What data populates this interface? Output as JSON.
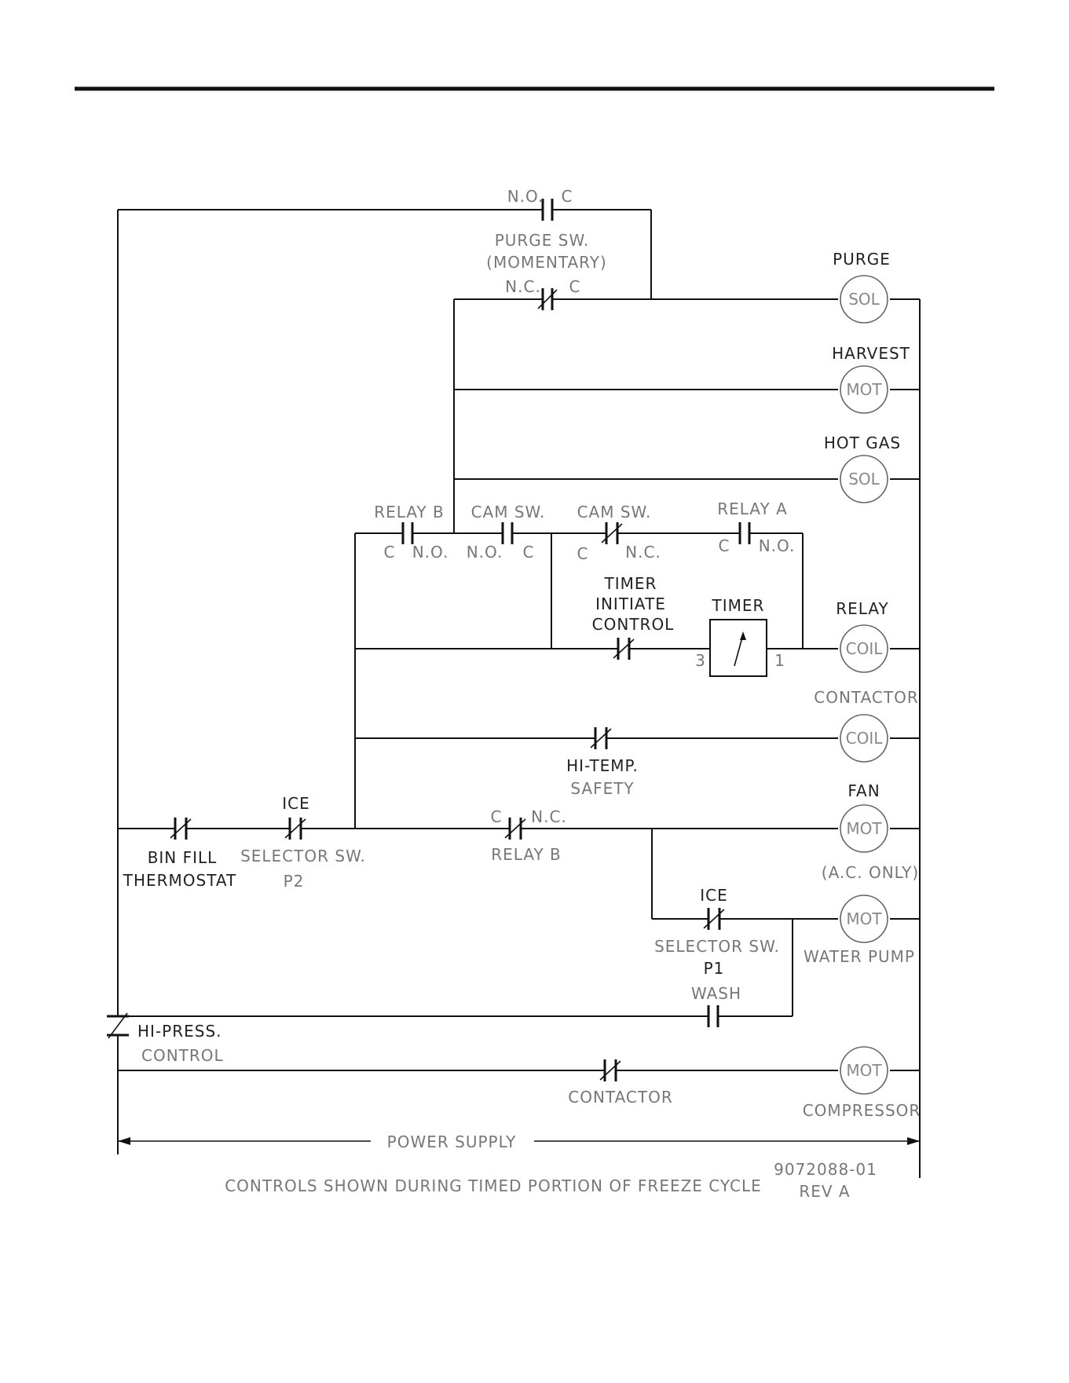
{
  "labels": {
    "purge_sw_no": "N.O.",
    "purge_sw_c_top": "C",
    "purge_sw_name": "PURGE SW.",
    "purge_sw_momentary": "(MOMENTARY)",
    "purge_sw_nc": "N.C.",
    "purge_sw_c_bottom": "C",
    "purge_load": "PURGE",
    "harvest_load": "HARVEST",
    "hot_gas_load": "HOT GAS",
    "relay_b_top": "RELAY B",
    "relay_b_c": "C",
    "relay_b_no": "N.O.",
    "cam_sw_1": "CAM SW.",
    "cam_sw_1_no": "N.O.",
    "cam_sw_1_c": "C",
    "cam_sw_2": "CAM SW.",
    "cam_sw_2_c": "C",
    "cam_sw_2_nc": "N.C.",
    "relay_a": "RELAY A",
    "relay_a_c": "C",
    "relay_a_no": "N.O.",
    "timer_initiate_1": "TIMER",
    "timer_initiate_2": "INITIATE",
    "timer_initiate_3": "CONTROL",
    "timer": "TIMER",
    "timer_pin_3": "3",
    "timer_pin_1": "1",
    "relay_load": "RELAY",
    "contactor_load": "CONTACTOR",
    "hi_temp_1": "HI-TEMP.",
    "hi_temp_2": "SAFETY",
    "ice_top": "ICE",
    "selector_p2": "SELECTOR SW.",
    "selector_p2_pos": "P2",
    "bin_fill_1": "BIN FILL",
    "bin_fill_2": "THERMOSTAT",
    "relay_b_bottom_c": "C",
    "relay_b_bottom_nc": "N.C.",
    "relay_b_bottom": "RELAY B",
    "fan_load": "FAN",
    "ac_only": "(A.C. ONLY)",
    "ice_p1": "ICE",
    "selector_p1": "SELECTOR SW.",
    "selector_p1_pos": "P1",
    "wash": "WASH",
    "water_pump": "WATER PUMP",
    "hi_press_1": "HI-PRESS.",
    "hi_press_2": "CONTROL",
    "contactor_contact": "CONTACTOR",
    "compressor": "COMPRESSOR",
    "power_supply": "POWER SUPPLY",
    "caption": "CONTROLS SHOWN DURING TIMED PORTION OF FREEZE CYCLE",
    "drawing_number": "9072088-01",
    "revision": "REV A"
  },
  "coils": {
    "purge_sol": "SOL",
    "harvest_mot": "MOT",
    "hot_gas_sol": "SOL",
    "relay_coil": "COIL",
    "contactor_coil": "COIL",
    "fan_mot": "MOT",
    "pump_mot": "MOT",
    "compressor_mot": "MOT"
  }
}
